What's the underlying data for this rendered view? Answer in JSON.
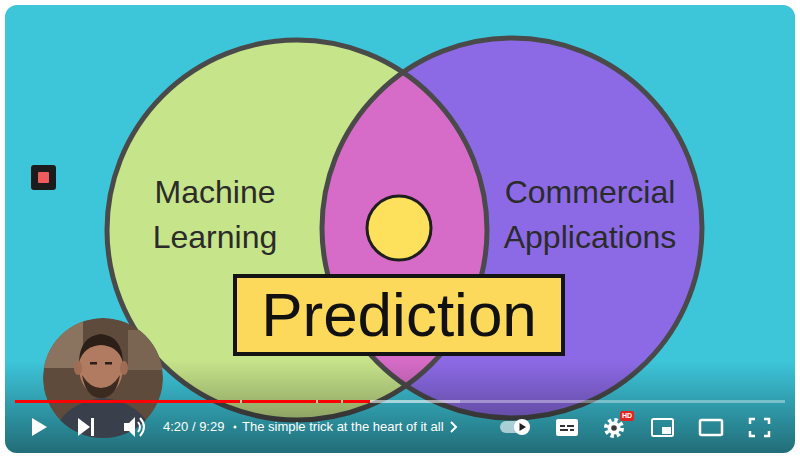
{
  "diagram": {
    "nodes": [
      {
        "text": [
          "Machine Learning"
        ]
      },
      {
        "text": [
          "Commercial Applications"
        ]
      },
      {
        "text": [
          "Prediction"
        ]
      }
    ],
    "labels": [
      "4:20 / 9:29",
      "The simple trick at the heart of it all",
      "HD"
    ]
  }
}
